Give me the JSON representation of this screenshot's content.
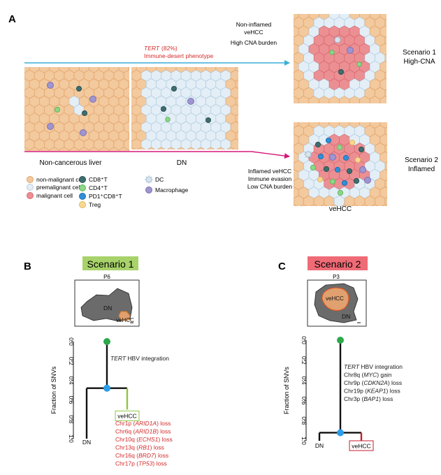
{
  "panels": {
    "a": {
      "letter": "A",
      "top_arrow": {
        "gene": "TERT",
        "percent": "(82%)",
        "phenotype": "Immune-desert phenotype"
      },
      "tissue_labels": {
        "normal": "Non-cancerous liver",
        "dn": "DN",
        "vehcc": "veHCC"
      },
      "scenario1": {
        "desc_line1": "Non-inflamed",
        "desc_line2": "veHCC",
        "desc_line3": "High CNA burden",
        "title_line1": "Scenario 1",
        "title_line2": "High-CNA"
      },
      "scenario2": {
        "desc_line1": "Inflamed veHCC",
        "desc_line2": "Immune evasion",
        "desc_line3": "Low CNA burden",
        "title_line1": "Scenario 2",
        "title_line2": "Inflamed"
      },
      "legend": [
        {
          "label": "non-malignant cell",
          "color": "#f3c99e",
          "stroke": "#e2a66c"
        },
        {
          "label": "premalignant cell",
          "color": "#e3eef6",
          "stroke": "#b7cfe2"
        },
        {
          "label": "malignant cell",
          "color": "#ec8f93",
          "stroke": "#d76a70"
        },
        {
          "label": "CD8⁺T",
          "color": "#3e6e70",
          "stroke": "#2a5052"
        },
        {
          "label": "CD4⁺T",
          "color": "#8fd68a",
          "stroke": "#5eb65a"
        },
        {
          "label": "PD1⁺CD8⁺T",
          "color": "#2f8fd8",
          "stroke": "#1f6fae"
        },
        {
          "label": "Treg",
          "color": "#f7d894",
          "stroke": "#e0b85a"
        },
        {
          "label": "DC",
          "color": "#d6e4ee",
          "stroke": "#9fb8cc"
        },
        {
          "label": "Macrophage",
          "color": "#9f95cf",
          "stroke": "#7b70b6"
        }
      ]
    },
    "b": {
      "letter": "B",
      "title": "Scenario 1",
      "patient": "P6",
      "map_labels": {
        "dn": "DN",
        "vehcc": "veHCC"
      },
      "axis_label": "Fraction of SNVs",
      "ticks": [
        "0.0",
        "0.2",
        "0.4",
        "0.6",
        "0.8",
        "1.0"
      ],
      "trunk_event": {
        "gene": "TERT",
        "text": " HBV integration"
      },
      "leaf_dn": "DN",
      "leaf_vehcc": "veHCC",
      "branch_events": [
        {
          "pre": "Chr1p (",
          "gene": "ARID1A",
          "post": ") loss"
        },
        {
          "pre": "Chr6q (",
          "gene": "ARID1B",
          "post": ") loss"
        },
        {
          "pre": "Chr10q (",
          "gene": "ECHS1",
          "post": ") loss"
        },
        {
          "pre": "Chr13q (",
          "gene": "RB1",
          "post": ") loss"
        },
        {
          "pre": "Chr16q (",
          "gene": "BRD7",
          "post": ") loss"
        },
        {
          "pre": "Chr17p (",
          "gene": "TP53",
          "post": ") loss"
        }
      ]
    },
    "c": {
      "letter": "C",
      "title": "Scenario 2",
      "patient": "P3",
      "map_labels": {
        "dn": "DN",
        "vehcc": "veHCC"
      },
      "axis_label": "Fraction of SNVs",
      "ticks": [
        "0.0",
        "0.2",
        "0.4",
        "0.6",
        "0.8",
        "1.0"
      ],
      "trunk_events": [
        {
          "pre": "",
          "gene": "TERT",
          "post": " HBV integration"
        },
        {
          "pre": "Chr8q (",
          "gene": "MYC",
          "post": ") gain"
        },
        {
          "pre": "Chr9p (",
          "gene": "CDKN2A",
          "post": ") loss"
        },
        {
          "pre": "Chr19p (",
          "gene": "KEAP1",
          "post": ") loss"
        },
        {
          "pre": "Chr3p (",
          "gene": "BAP1",
          "post": ") loss"
        }
      ],
      "leaf_dn": "DN",
      "leaf_vehcc": "veHCC"
    }
  },
  "colors": {
    "cyan_arrow": "#3aaed8",
    "magenta_arrow": "#d6187a",
    "red_text": "#d42a2a",
    "scenario1_bg": "#a8d26a",
    "scenario2_bg": "#ef6b76",
    "green_node": "#2ea84a",
    "blue_node": "#2a9ee8",
    "green_branch": "#8cc63f",
    "red_branch": "#c61f2b"
  }
}
